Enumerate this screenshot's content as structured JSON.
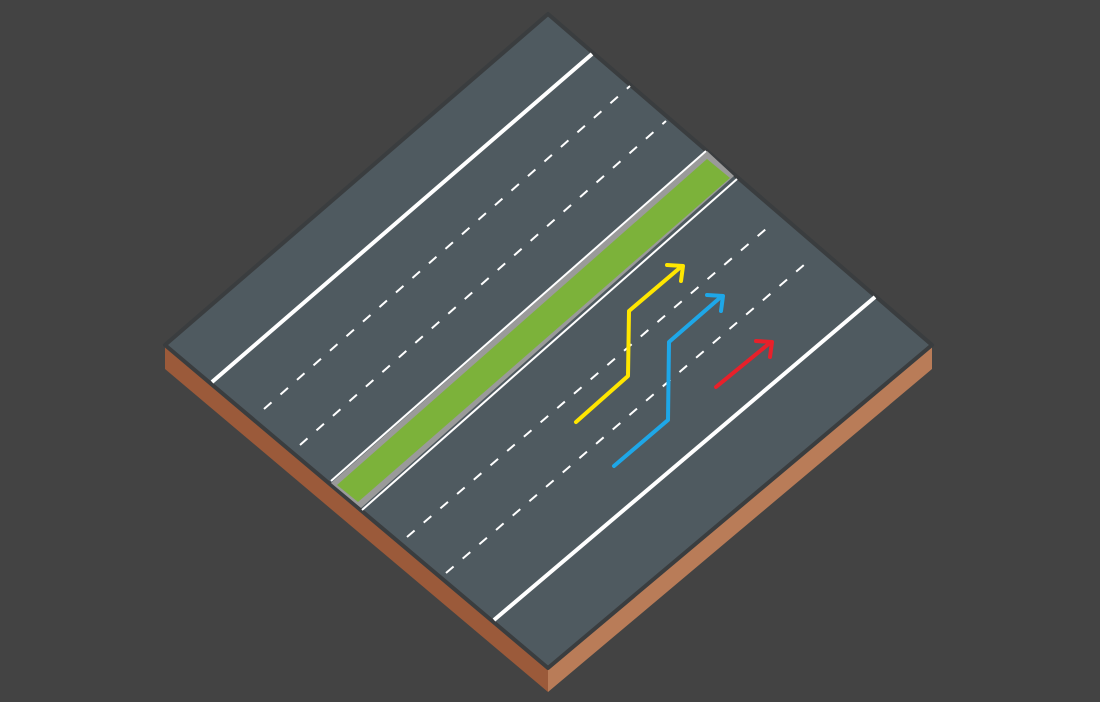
{
  "colors": {
    "background": "#434343",
    "road_surface": "#4f5a60",
    "tile_edge": "#3a3d3f",
    "soil_left": "#9b5a3a",
    "soil_right": "#b97c58",
    "lane_marking": "#ffffff",
    "median_grass": "#7cb23a",
    "median_border": "#9a9a9a"
  },
  "road": {
    "carriageways": 2,
    "lanes_per_carriageway": 3,
    "median": "grass"
  },
  "maneuver_arrows": [
    {
      "name": "double-lane-change",
      "color": "#ffe600",
      "shape": "zigzag"
    },
    {
      "name": "single-lane-change",
      "color": "#1ea7e8",
      "shape": "zigzag"
    },
    {
      "name": "straight-ahead",
      "color": "#e8202a",
      "shape": "straight"
    }
  ]
}
